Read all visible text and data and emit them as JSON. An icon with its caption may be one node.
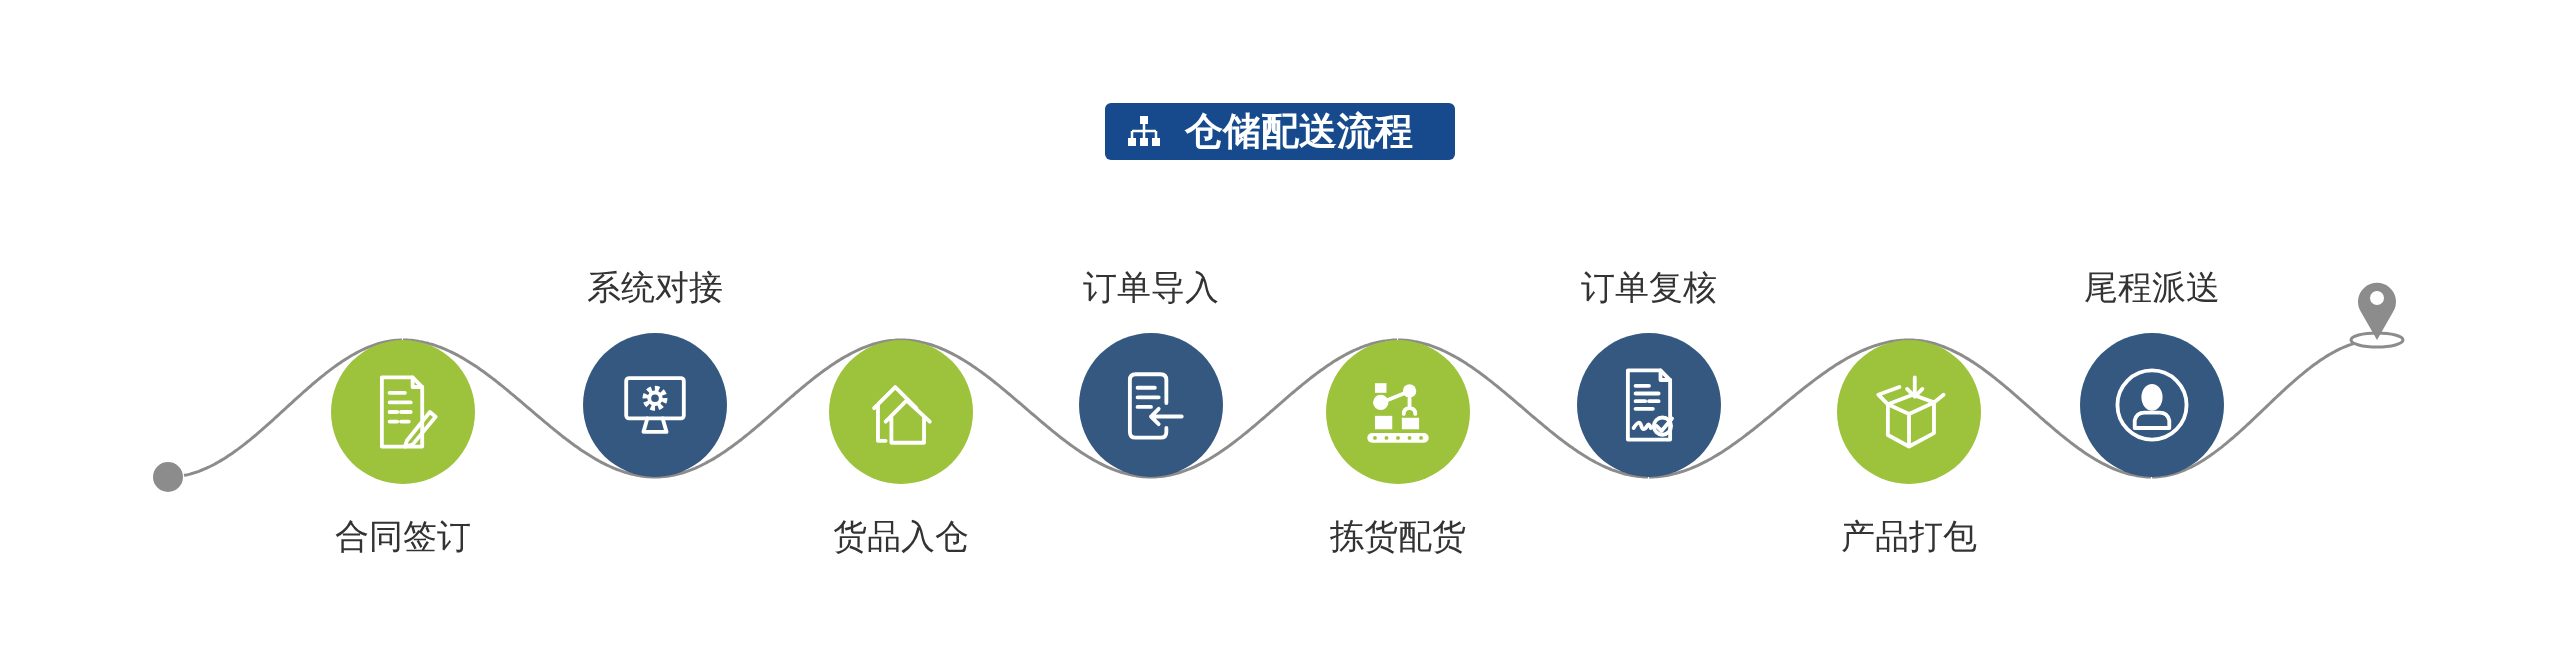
{
  "diagram": {
    "title": "仓储配送流程",
    "nodes": [
      {
        "text": [],
        "shape": "circle"
      },
      {
        "text": [
          "合同签订"
        ]
      },
      {
        "text": [
          "系统对接"
        ]
      },
      {
        "text": [
          "货品入仓"
        ]
      },
      {
        "text": [
          "订单导入"
        ]
      },
      {
        "text": [
          "拣货配货"
        ]
      },
      {
        "text": [
          "订单复核"
        ]
      },
      {
        "text": [
          "产品打包"
        ]
      },
      {
        "text": [
          "尾程派送"
        ]
      },
      {
        "text": [],
        "shape": "picture"
      }
    ],
    "edges": [
      {
        "from": 0,
        "to": 1,
        "arrow": "none"
      },
      {
        "from": 1,
        "to": 2,
        "arrow": "none"
      },
      {
        "from": 2,
        "to": 3,
        "arrow": "none"
      },
      {
        "from": 3,
        "to": 4,
        "arrow": "none"
      },
      {
        "from": 4,
        "to": 5,
        "arrow": "none"
      },
      {
        "from": 5,
        "to": 6,
        "arrow": "none"
      },
      {
        "from": 6,
        "to": 7,
        "arrow": "none"
      },
      {
        "from": 7,
        "to": 8,
        "arrow": "none"
      },
      {
        "from": 8,
        "to": 9,
        "arrow": "none"
      }
    ]
  }
}
